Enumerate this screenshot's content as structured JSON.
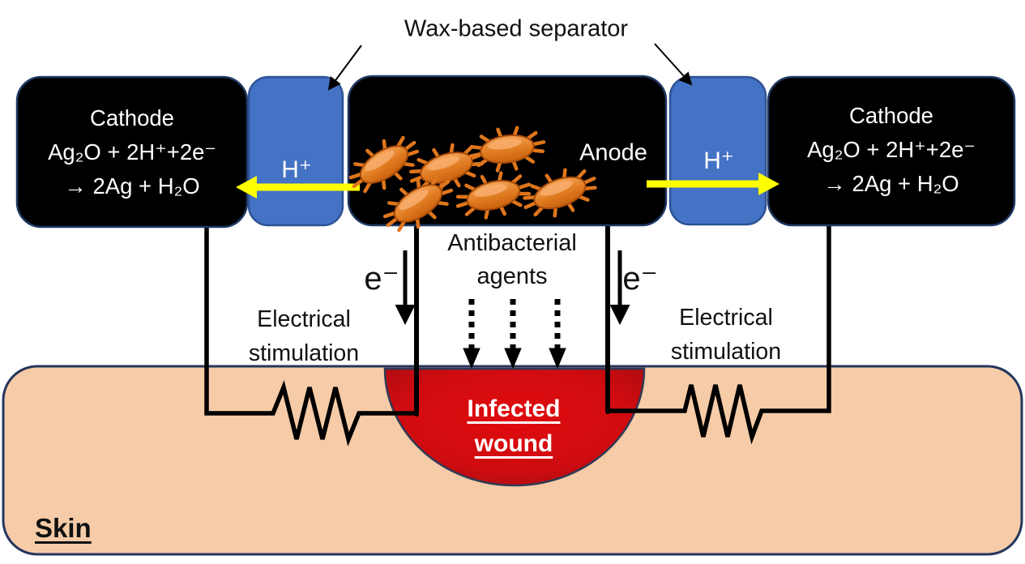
{
  "title": "Wax-based separator",
  "cathode_left": {
    "name": "Cathode",
    "reaction_line1": "Ag₂O + 2H⁺+2e⁻",
    "reaction_line2": "→ 2Ag + H₂O"
  },
  "cathode_right": {
    "name": "Cathode",
    "reaction_line1": "Ag₂O + 2H⁺+2e⁻",
    "reaction_line2": "→ 2Ag + H₂O"
  },
  "anode": {
    "name": "Anode",
    "bacteria_count": 6
  },
  "separator_left": {
    "ion_label": "H⁺"
  },
  "separator_right": {
    "ion_label": "H⁺"
  },
  "electron_label_left": "e⁻",
  "electron_label_right": "e⁻",
  "antibacterial_label": {
    "line1": "Antibacterial",
    "line2": "agents"
  },
  "stimulation_left": {
    "line1": "Electrical",
    "line2": "stimulation"
  },
  "stimulation_right": {
    "line1": "Electrical",
    "line2": "stimulation"
  },
  "wound_label": {
    "line1": "Infected",
    "line2": "wound"
  },
  "skin_label": "Skin",
  "colors": {
    "electrode_fill": "#000000",
    "electrode_border": "#1F3864",
    "separator_fill": "#4472C4",
    "separator_border": "#2E5395",
    "proton_arrow": "#FFFF00",
    "skin_fill": "#F6CBA7",
    "skin_border": "#24365E",
    "wound_red_bright": "#E00A0E",
    "wound_red_dark": "#9A0B10",
    "bacteria_orange": "#ED7D31",
    "wire_black": "#000000"
  }
}
